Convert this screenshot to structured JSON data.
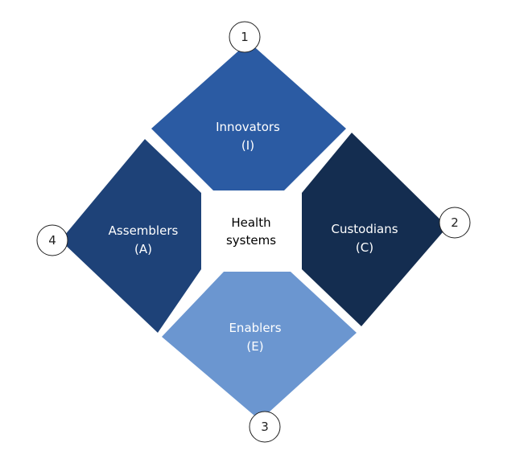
{
  "center": {
    "line1": "Health",
    "line2": "systems"
  },
  "quadrants": [
    {
      "id": "innovators",
      "title": "Innovators",
      "code": "(I)",
      "number": "1",
      "color": "#2b5ba3"
    },
    {
      "id": "custodians",
      "title": "Custodians",
      "code": "(C)",
      "number": "2",
      "color": "#142d50"
    },
    {
      "id": "enablers",
      "title": "Enablers",
      "code": "(E)",
      "number": "3",
      "color": "#6b96d0"
    },
    {
      "id": "assemblers",
      "title": "Assemblers",
      "code": "(A)",
      "number": "4",
      "color": "#1e4278"
    }
  ]
}
